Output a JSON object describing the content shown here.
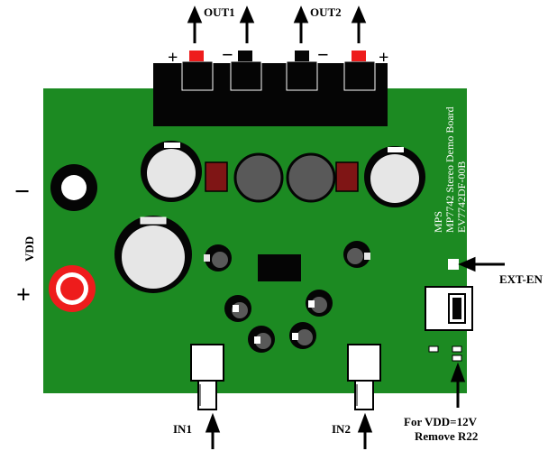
{
  "labels": {
    "out1": "OUT1",
    "out2": "OUT2",
    "vdd": "VDD",
    "minus": "−",
    "plus": "+",
    "ext_en": "EXT-EN",
    "in1": "IN1",
    "in2": "IN2",
    "note_line1": "For VDD=12V",
    "note_line2": "Remove R22"
  },
  "board_text": {
    "line1": "MPS",
    "line2": "MP7742 Stereo Demo Board",
    "line3": "EV7742DF-00B"
  },
  "terminal_signs": {
    "t1": "+",
    "t2": "−",
    "t3": "−",
    "t4": "+"
  },
  "colors": {
    "board": "#1c8a22",
    "header": "#050505",
    "red_pin": "#ee1c1c",
    "inductor": "#7f1515",
    "cap_silver": "#e6e6e6",
    "cap_body": "#595959"
  }
}
